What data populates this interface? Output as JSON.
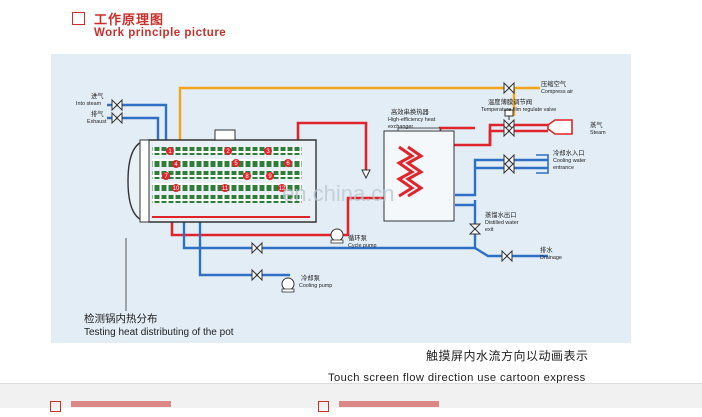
{
  "header": {
    "title_cn": "工作原理图",
    "title_en": "Work principle picture"
  },
  "diagram": {
    "labels": {
      "inlet_cn": "进气",
      "inlet_en": "Into steam",
      "exhaust_cn": "排气",
      "exhaust_en": "Exhaust",
      "compress_cn": "压缩空气",
      "compress_en": "Compress air",
      "hx_cn": "高效串换热器",
      "hx_en1": "High-efficiency heat",
      "hx_en2": "exchanger",
      "valve_cn": "温度薄膜调节阀",
      "valve_en": "Temperature film regulate valve",
      "steam_cn": "蒸气",
      "steam_en": "Steam",
      "coolin_cn": "冷却水入口",
      "coolin_en1": "Cooling water",
      "coolin_en2": "entrance",
      "distilled_cn": "蒸馏水出口",
      "distilled_en1": "Distilled water",
      "distilled_en2": "exit",
      "cycle_cn": "循环泵",
      "cycle_en": "Cycle pump",
      "drain_cn": "排水",
      "drain_en": "Drainage",
      "coolpump_cn": "冷却泵",
      "coolpump_en": "Cooling pump"
    },
    "sensor_numbers": [
      "1",
      "2",
      "3",
      "4",
      "5",
      "6",
      "7",
      "8",
      "9",
      "10",
      "11",
      "12"
    ],
    "watermark": "en.china.cn",
    "colors": {
      "hot_pipe": "#e0242b",
      "cool_pipe": "#2f6fc4",
      "air_pipe": "#f2a51a",
      "tray": "#2e7d3b",
      "panel": "#e3edf6"
    }
  },
  "captions": {
    "testing_cn": "检测锅内热分布",
    "testing_en": "Testing heat distributing of the pot",
    "touch_cn": "触摸屏内水流方向以动画表示",
    "touch_en": "Touch screen flow direction use cartoon express"
  }
}
